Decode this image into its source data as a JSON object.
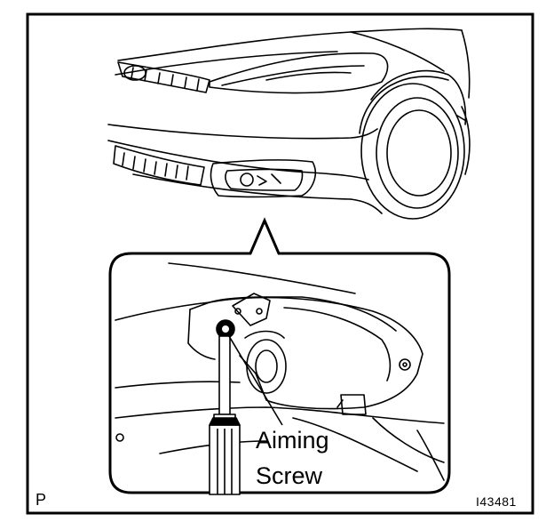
{
  "callout": {
    "line1": "Aiming",
    "line2": "Screw"
  },
  "corner_letter": "P",
  "figure_id": "I43481",
  "colors": {
    "ink": "#000000",
    "paper": "#ffffff"
  }
}
